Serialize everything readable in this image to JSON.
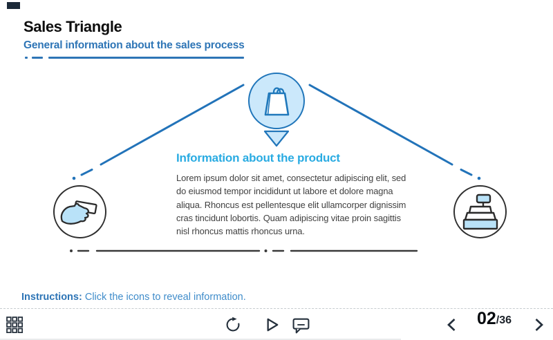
{
  "header": {
    "title": "Sales Triangle",
    "subtitle": "General information about the sales process"
  },
  "diagram": {
    "nodes": {
      "top": {
        "icon": "shopping-bag",
        "highlighted": true
      },
      "left": {
        "icon": "hand-with-payment-card",
        "highlighted": false
      },
      "right": {
        "icon": "cash-register",
        "highlighted": false
      }
    },
    "callout": {
      "heading": "Information about the product",
      "body": "Lorem ipsum dolor sit amet, consectetur adipiscing elit, sed do eiusmod tempor incididunt ut labore et dolore magna aliqua. Rhoncus est pellentesque elit ullamcorper dignissim cras tincidunt lobortis. Quam adipiscing vitae proin sagittis nisl rhoncus mattis rhoncus urna."
    }
  },
  "instructions": {
    "label": "Instructions:",
    "text": "Click the icons to reveal information."
  },
  "player": {
    "page_current": "02",
    "page_total": "/36",
    "icons": [
      "menu-grid",
      "replay",
      "play",
      "comments",
      "previous",
      "next"
    ]
  },
  "colors": {
    "accent_blue": "#2e75b6",
    "heading_light_blue": "#29abe2",
    "edge_blue": "#2273b9",
    "node_fill_blue": "#cbe8fb",
    "icon_fill_blue": "#b9e2f8",
    "edge_dark": "#3a3a3a",
    "player_icon_dark": "#25303c",
    "body_text": "#404040",
    "logo_navy": "#1c2a39"
  }
}
